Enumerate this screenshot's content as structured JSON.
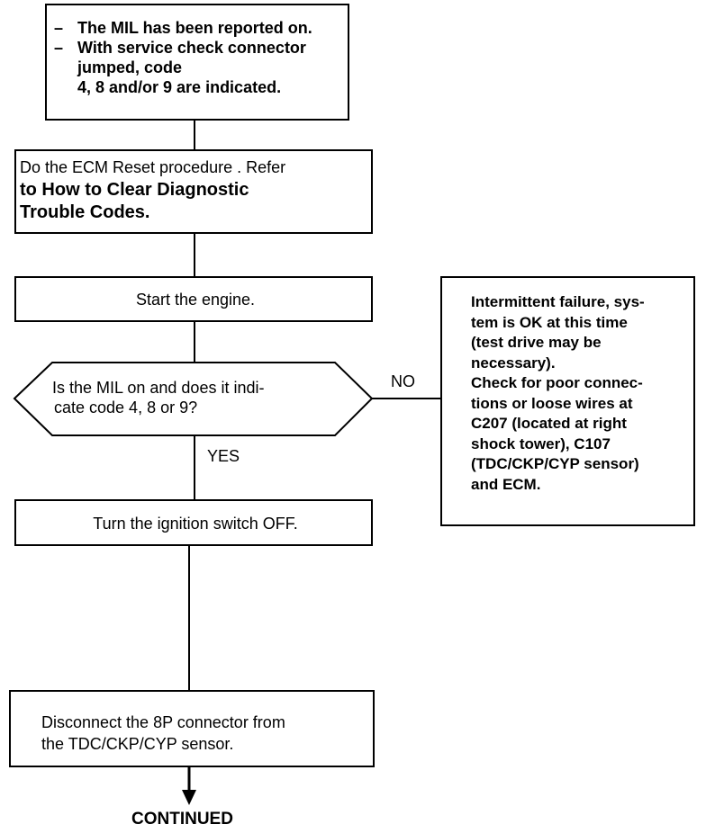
{
  "box1": {
    "bullet1": "The MIL has been reported on.",
    "bullet2_line1": "With service check connector",
    "bullet2_line2": "jumped, code",
    "bullet2_line3": "4, 8 and/or 9 are indicated.",
    "dash": "–"
  },
  "box2": {
    "line1": "Do the ECM Reset procedure . Refer",
    "line2": "to How to Clear Diagnostic",
    "line3": "Trouble Codes."
  },
  "box3": {
    "text": "Start the engine."
  },
  "decision": {
    "line1": "Is the MIL on and does it indi-",
    "line2": "cate code 4, 8 or 9?"
  },
  "no_label": "NO",
  "yes_label": "YES",
  "side_box": {
    "line1": "Intermittent failure, sys-",
    "line2": "tem is OK at this time",
    "line3": "(test drive may be",
    "line4": "necessary).",
    "line5": "Check for poor connec-",
    "line6": "tions or loose wires at",
    "line7": "C207 (located at right",
    "line8": "shock tower), C107",
    "line9": "(TDC/CKP/CYP sensor)",
    "line10": "and ECM."
  },
  "box4": {
    "text": "Turn the ignition switch OFF."
  },
  "box5": {
    "line1": "Disconnect the 8P connector from",
    "line2": "the TDC/CKP/CYP sensor."
  },
  "continued": "CONTINUED"
}
